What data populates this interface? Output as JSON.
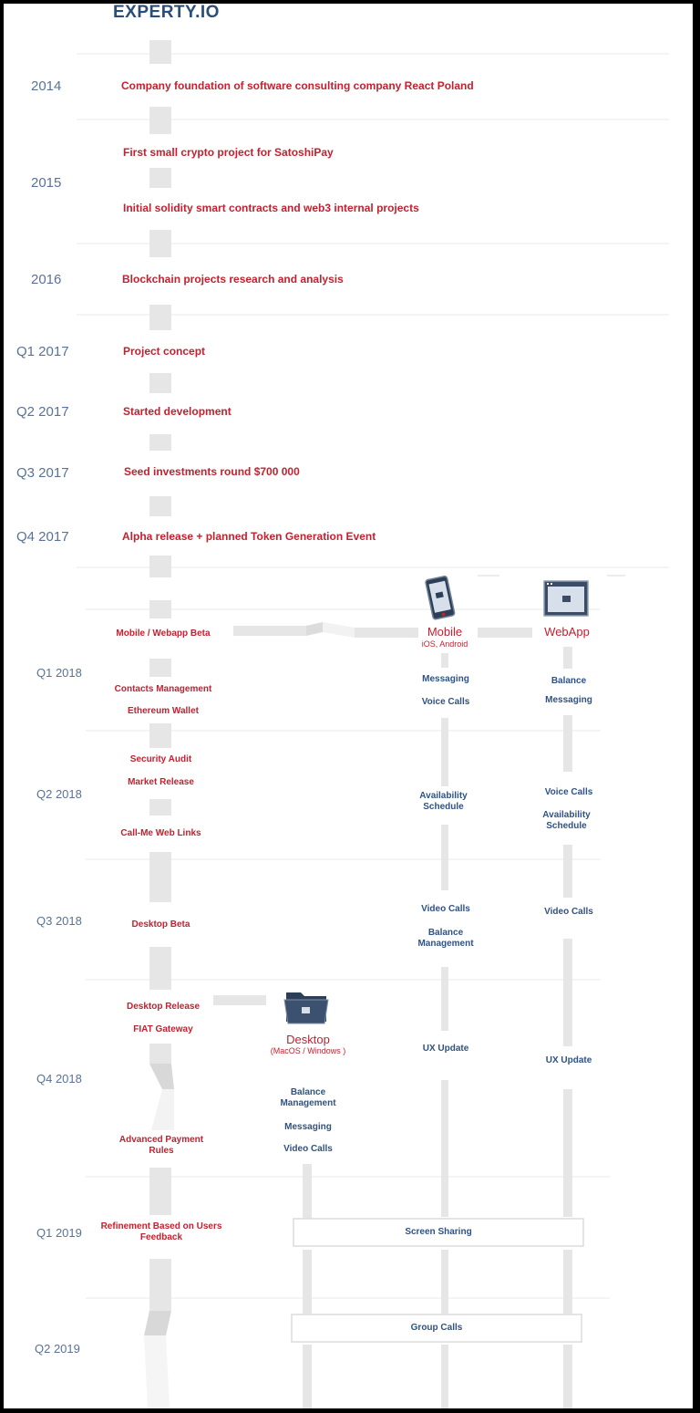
{
  "brand": "EXPERTY.IO",
  "years_top": [
    "2014",
    "2015",
    "2016",
    "Q1 2017",
    "Q2 2017",
    "Q3 2017",
    "Q4 2017"
  ],
  "events_top": [
    "Company foundation of software consulting company React Poland",
    "First small crypto project for SatoshiPay",
    "Initial solidity smart contracts and web3 internal projects",
    "Blockchain projects research and analysis",
    "Project concept",
    "Started development",
    "Seed investments round $700 000",
    "Alpha release + planned Token Generation Event"
  ],
  "quarters": [
    "Q1 2018",
    "Q2 2018",
    "Q3 2018",
    "Q4 2018",
    "Q1 2019",
    "Q2 2019"
  ],
  "milestones": [
    "Mobile / Webapp Beta",
    "Contacts Management",
    "Ethereum Wallet",
    "Security Audit",
    "Market Release",
    "Call-Me Web Links",
    "Desktop Beta",
    "Desktop Release",
    "FIAT Gateway",
    "Advanced Payment Rules",
    "Refinement Based on Users Feedback"
  ],
  "mobile": {
    "title": "Mobile",
    "subtitle": "iOS, Android",
    "icon": "phone-icon",
    "features": [
      "Messaging",
      "Voice Calls",
      "Availability Schedule",
      "Video Calls",
      "Balance Management",
      "UX Update"
    ]
  },
  "webapp": {
    "title": "WebApp",
    "icon": "browser-window-icon",
    "features": [
      "Balance",
      "Messaging",
      "Voice Calls",
      "Availability Schedule",
      "Video Calls",
      "UX Update"
    ]
  },
  "desktop": {
    "title": "Desktop",
    "subtitle": "(MacOS / Windows )",
    "icon": "folder-icon",
    "features": [
      "Balance Management",
      "Messaging",
      "Video Calls"
    ]
  },
  "shared": [
    "Screen Sharing",
    "Group Calls"
  ],
  "colors": {
    "accent": "#c3212f",
    "navy": "#2f5284",
    "year": "#5a7295",
    "track": "#e6e6e6"
  }
}
